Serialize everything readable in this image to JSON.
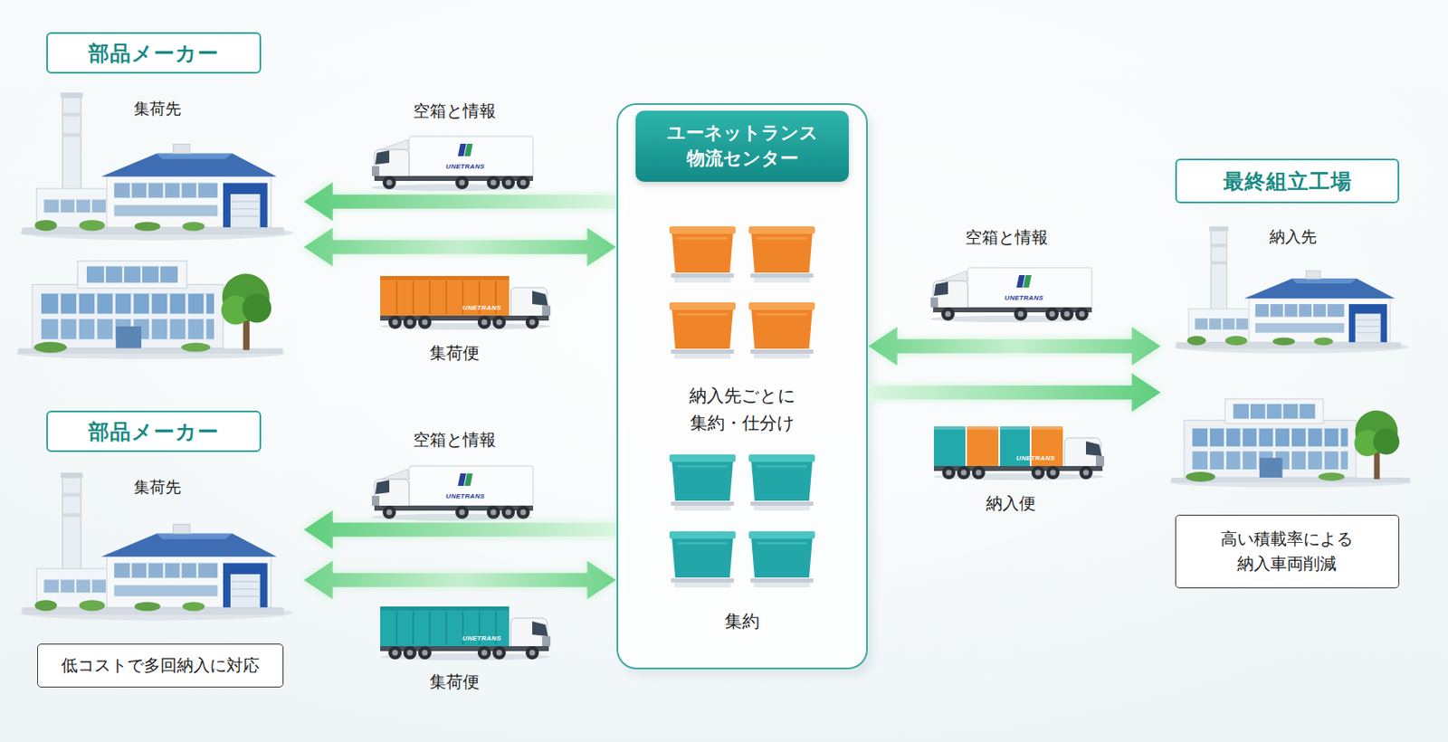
{
  "diagram": {
    "nodes": [
      {
        "text": [
          "部品メーカー",
          "集荷先"
        ]
      },
      {
        "text": [
          "ユーネットランス 物流センター",
          "納入先ごとに 集約・仕分け",
          "集約"
        ]
      },
      {
        "text": [
          "最終組立工場",
          "納入先"
        ]
      },
      {
        "text": [
          "部品メーカー",
          "集荷先"
        ]
      },
      {
        "text": [
          "低コストで多回納入に対応"
        ]
      },
      {
        "text": [
          "高い積載率による 納入車両削減"
        ]
      }
    ],
    "edges": [
      {
        "from": 1,
        "to": 0,
        "arrow": "to",
        "label": "空箱と情報"
      },
      {
        "from": 0,
        "to": 1,
        "arrow": "both",
        "label": "集荷便"
      },
      {
        "from": 1,
        "to": 2,
        "arrow": "both",
        "label": "空箱と情報"
      },
      {
        "from": 1,
        "to": 2,
        "arrow": "to",
        "label": "納入便"
      },
      {
        "from": 1,
        "to": 3,
        "arrow": "to",
        "label": "空箱と情報"
      },
      {
        "from": 3,
        "to": 1,
        "arrow": "both",
        "label": "集荷便"
      }
    ],
    "labels": [
      "UNETRANS",
      "UNETRANS",
      "UNETRANS",
      "UNETRANS",
      "UNETRANS",
      "UNETRANS"
    ]
  }
}
